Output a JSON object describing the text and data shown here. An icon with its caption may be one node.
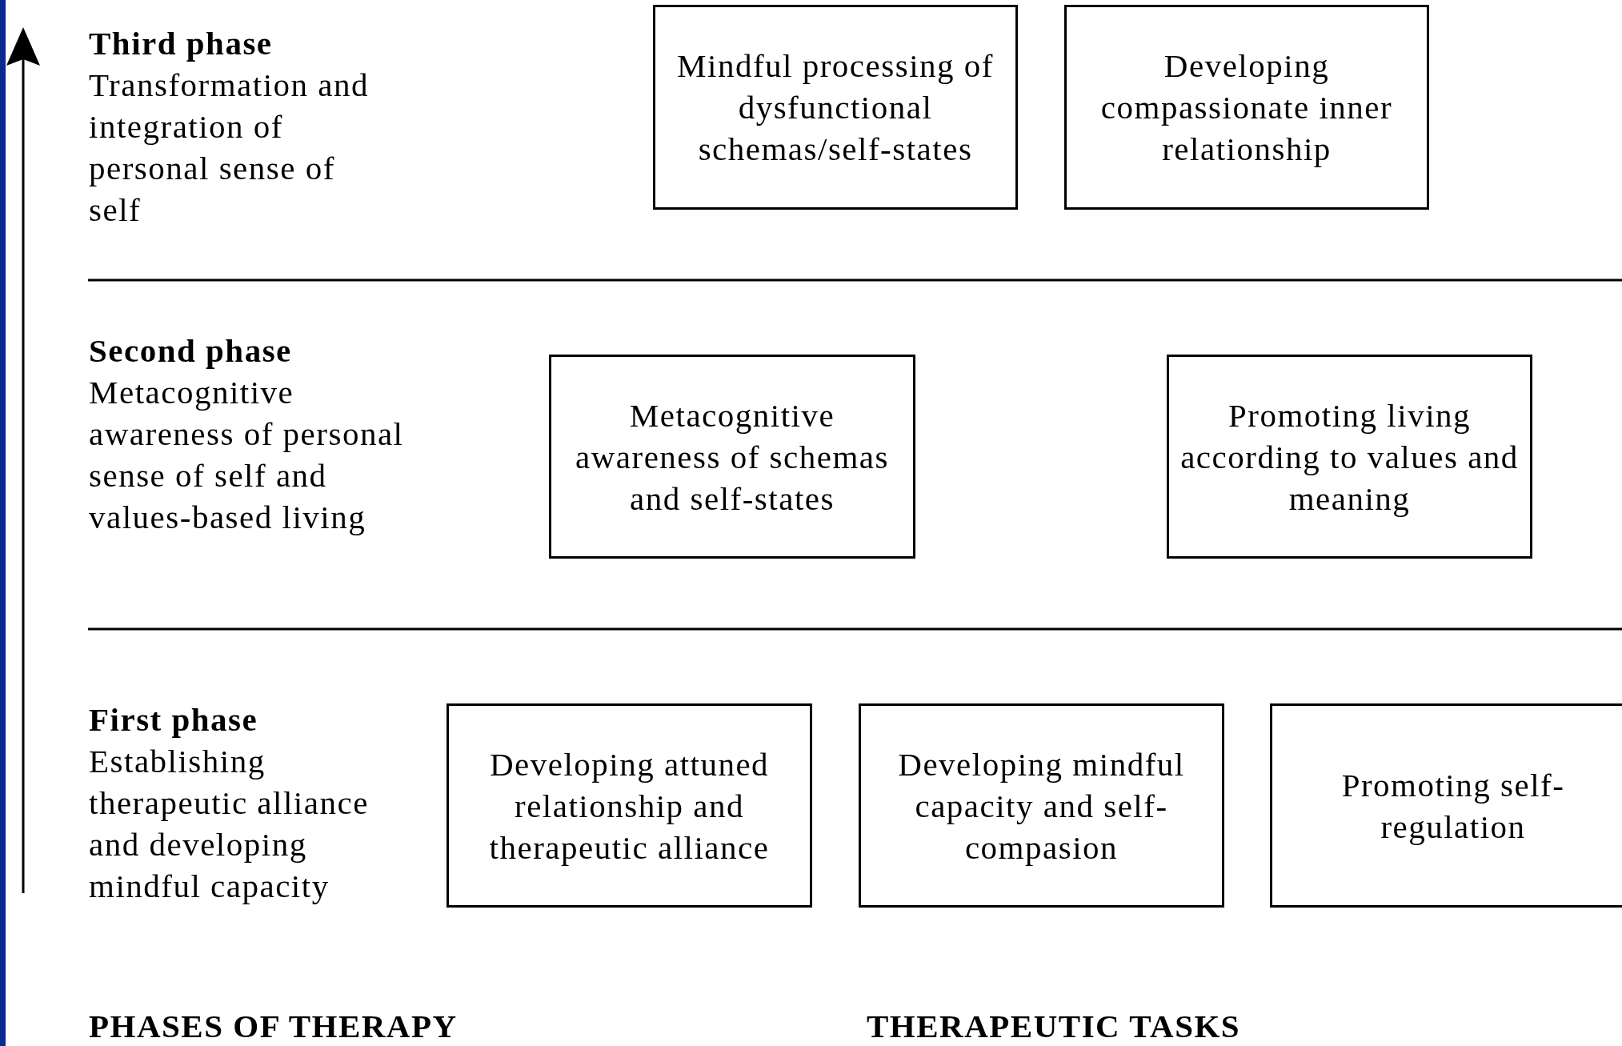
{
  "diagram": {
    "nodes": [
      {
        "text": [
          "Mindful processing of dysfunctional schemas/self-states"
        ]
      },
      {
        "text": [
          "Developing compassionate inner relationship"
        ]
      },
      {
        "text": [
          "Metacognitive awareness of schemas and self-states"
        ]
      },
      {
        "text": [
          "Promoting living according to values and meaning"
        ]
      },
      {
        "text": [
          "Developing attuned relationship and therapeutic alliance"
        ]
      },
      {
        "text": [
          "Developing mindful capacity and self-compasion"
        ]
      },
      {
        "text": [
          "Promoting self-regulation"
        ]
      }
    ],
    "edges": [],
    "labels": [
      "Third phase",
      "Transformation and integration of personal sense of self",
      "Second phase",
      "Metacognitive awareness of personal sense of self and values-based living",
      "First phase",
      "Establishing therapeutic alliance and developing mindful capacity",
      "PHASES OF THERAPY",
      "THERAPEUTIC TASKS"
    ]
  }
}
